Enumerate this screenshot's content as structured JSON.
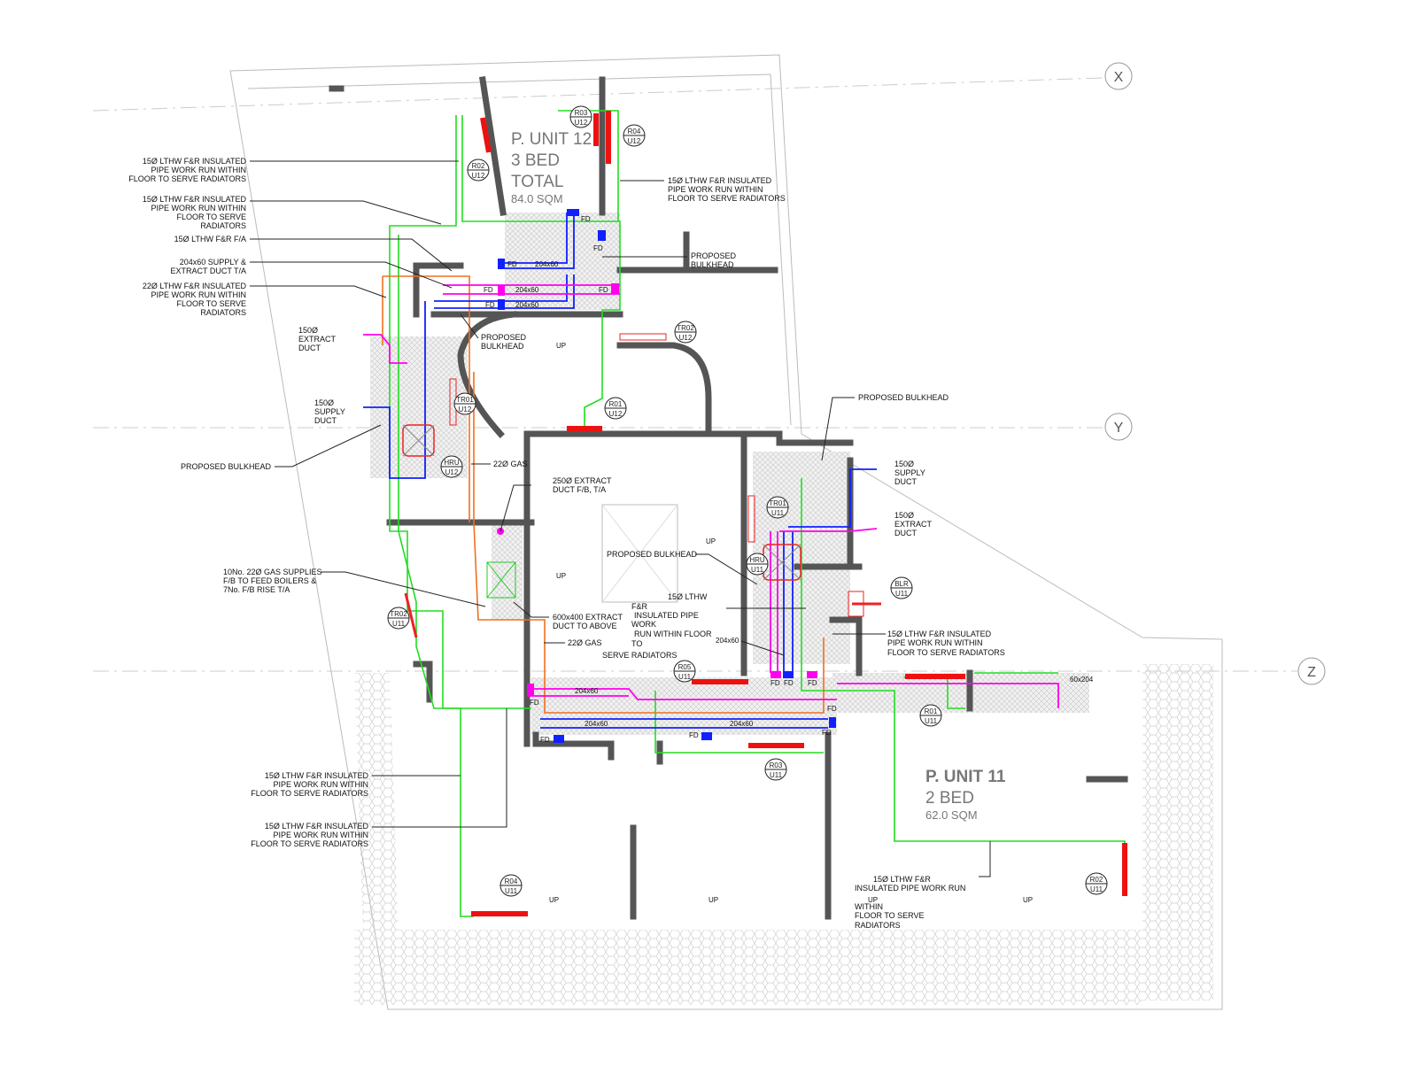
{
  "drawing": {
    "grid_labels": {
      "x": "X",
      "y": "Y",
      "z": "Z"
    },
    "units": {
      "unit12": {
        "name": "P. UNIT 12",
        "beds": "3 BED",
        "total": "TOTAL",
        "area": "84.0 SQM"
      },
      "unit11": {
        "name": "P. UNIT 11",
        "beds": "2 BED",
        "area": "62.0 SQM"
      }
    },
    "tags": {
      "r02_u12": [
        "R02",
        "U12"
      ],
      "r03_u12": [
        "R03",
        "U12"
      ],
      "r04_u12": [
        "R04",
        "U12"
      ],
      "tr02_u12": [
        "TR02",
        "U12"
      ],
      "r01_u12": [
        "R01",
        "U12"
      ],
      "tr01_u12": [
        "TR01",
        "U12"
      ],
      "hru_u12": [
        "HRU",
        "U12"
      ],
      "tr01_u11": [
        "TR01",
        "U11"
      ],
      "hru_u11": [
        "HRU",
        "U11"
      ],
      "blr_u11": [
        "BLR",
        "U11"
      ],
      "tr02_u11": [
        "TR02",
        "U11"
      ],
      "r05_u11": [
        "R05",
        "U11"
      ],
      "r01_u11": [
        "R01",
        "U11"
      ],
      "r03_u11": [
        "R03",
        "U11"
      ],
      "r04_u11": [
        "R04",
        "U11"
      ],
      "r02_u11": [
        "R02",
        "U11"
      ]
    },
    "notes": {
      "n1": [
        "15Ø LTHW F&R INSULATED",
        "PIPE WORK RUN WITHIN",
        "FLOOR TO SERVE RADIATORS"
      ],
      "n2": [
        "15Ø LTHW F&R INSULATED",
        "PIPE WORK RUN WITHIN",
        "FLOOR TO SERVE",
        "RADIATORS"
      ],
      "n3": [
        "15Ø LTHW F&R  F/A"
      ],
      "n4": [
        "204x60 SUPPLY &",
        "EXTRACT DUCT T/A"
      ],
      "n5": [
        "22Ø LTHW F&R INSULATED",
        "PIPE WORK RUN WITHIN",
        "FLOOR TO SERVE",
        "RADIATORS"
      ],
      "n6": [
        "150Ø",
        "EXTRACT",
        "DUCT"
      ],
      "n7": [
        "150Ø",
        "SUPPLY",
        "DUCT"
      ],
      "n8": [
        "PROPOSED BULKHEAD"
      ],
      "n9": [
        "15Ø LTHW F&R INSULATED",
        "PIPE WORK RUN WITHIN",
        "FLOOR TO SERVE RADIATORS"
      ],
      "n10": [
        "PROPOSED",
        "BULKHEAD"
      ],
      "n11": [
        "PROPOSED",
        "BULKHEAD"
      ],
      "n12": [
        "PROPOSED BULKHEAD"
      ],
      "n13": [
        "150Ø",
        "SUPPLY",
        "DUCT"
      ],
      "n14": [
        "150Ø",
        "EXTRACT",
        "DUCT"
      ],
      "n15": [
        "250Ø EXTRACT",
        "DUCT F/B, T/A"
      ],
      "n16": [
        "10No. 22Ø GAS SUPPLIES",
        "F/B TO FEED BOILERS &",
        "7No. F/B RISE T/A"
      ],
      "n17": [
        "600x400 EXTRACT",
        "DUCT TO ABOVE"
      ],
      "n18": [
        "22Ø GAS"
      ],
      "n19": [
        "22Ø GAS"
      ],
      "n20": [
        "PROPOSED BULKHEAD"
      ],
      "n21": [
        "15Ø LTHW",
        "F&R",
        "INSULATED PIPE",
        "WORK",
        "RUN WITHIN FLOOR",
        "TO",
        "SERVE RADIATORS"
      ],
      "n22": [
        "15Ø LTHW F&R INSULATED",
        "PIPE WORK RUN WITHIN",
        "FLOOR TO SERVE RADIATORS"
      ],
      "n23": [
        "15Ø LTHW F&R INSULATED",
        "PIPE WORK RUN WITHIN",
        "FLOOR TO SERVE RADIATORS"
      ],
      "n24": [
        "15Ø LTHW F&R INSULATED",
        "PIPE WORK RUN WITHIN",
        "FLOOR TO SERVE RADIATORS"
      ],
      "n25": [
        "15Ø LTHW F&R",
        "INSULATED  PIPE WORK RUN",
        "WITHIN",
        "FLOOR TO SERVE",
        "RADIATORS"
      ]
    },
    "duct_labels": {
      "d1": "204x60",
      "d2": "204x60",
      "d3": "204x60",
      "d4": "204x60",
      "d5": "204x60",
      "d6": "204x60",
      "d7": "204x60",
      "d8": "60x204"
    },
    "fd_label": "FD",
    "up_label": "UP",
    "colors": {
      "lthw": "#22dd22",
      "gas": "#f07020",
      "supply": "#1020ff",
      "extract": "#ff00ee",
      "radiator": "#ee1111",
      "wall": "#555555"
    }
  }
}
